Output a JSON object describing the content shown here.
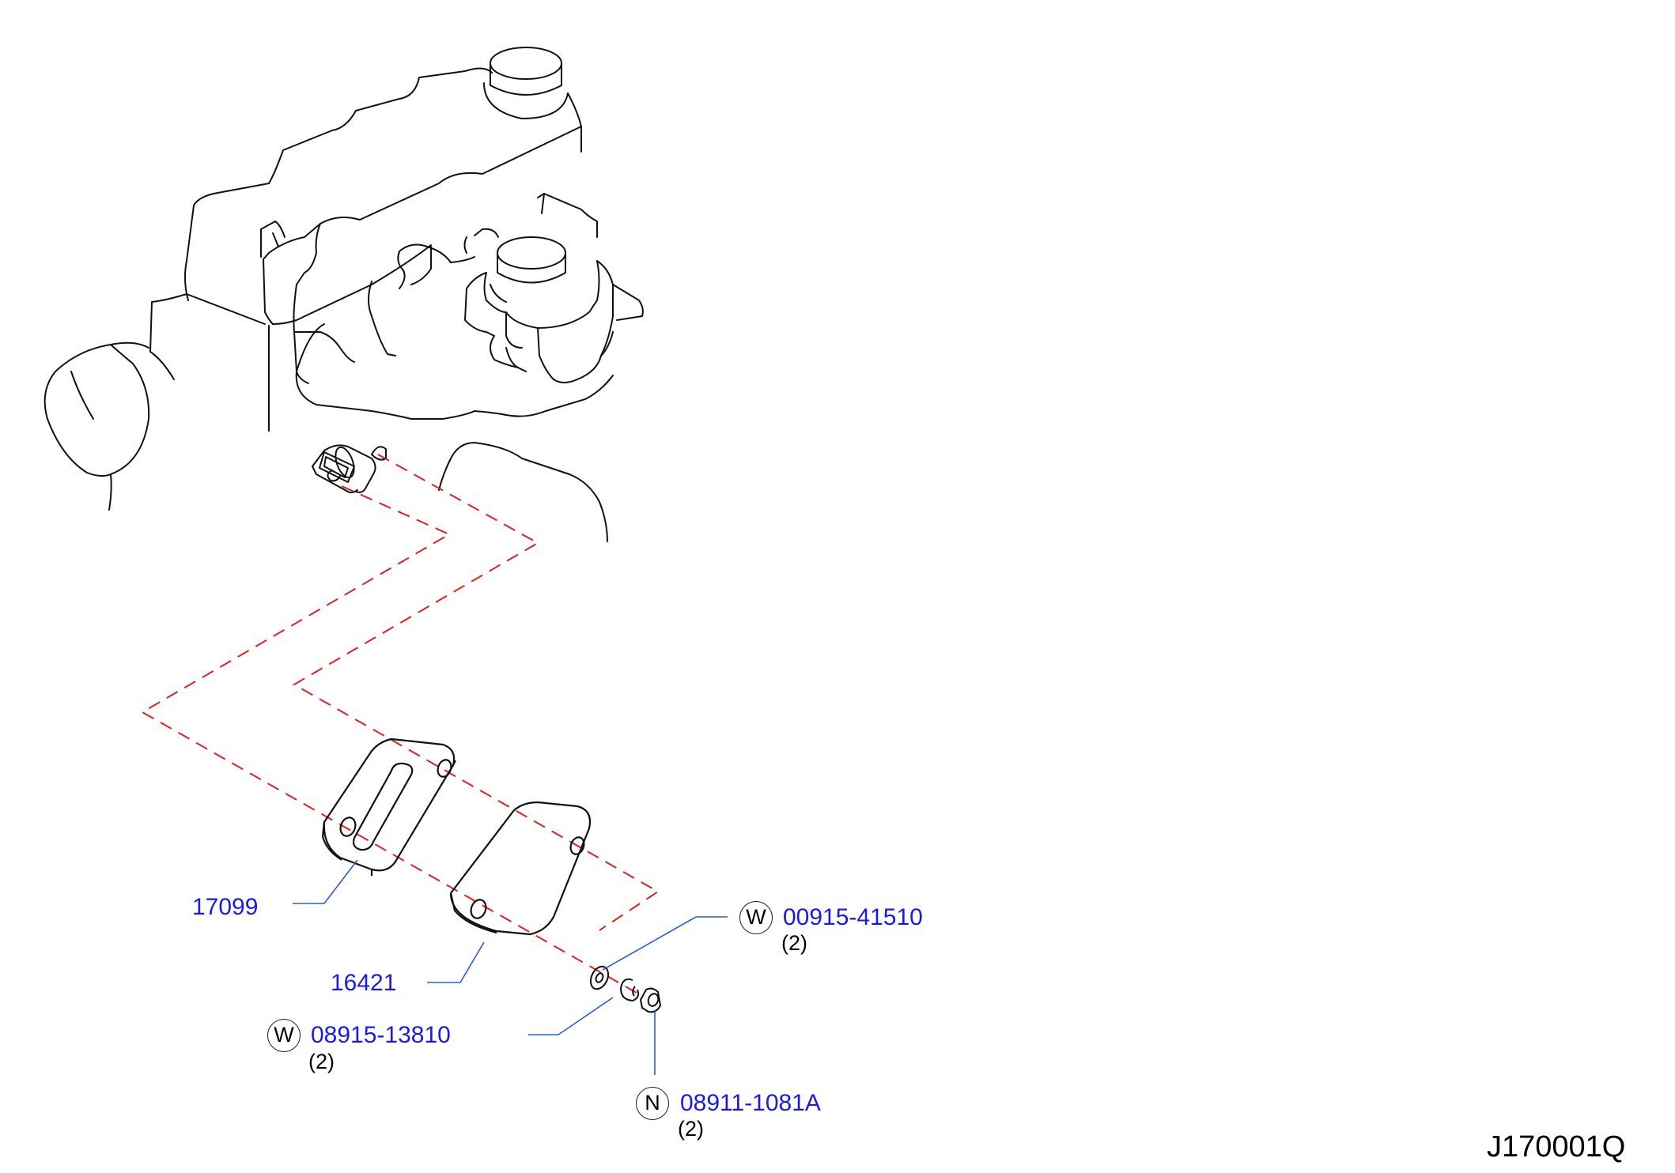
{
  "diagram_id": "J170001Q",
  "callouts": [
    {
      "part_number": "17099"
    },
    {
      "part_number": "16421"
    },
    {
      "badge": "W",
      "part_number": "00915-41510",
      "qty": "(2)"
    },
    {
      "badge": "W",
      "part_number": "08915-13810",
      "qty": "(2)"
    },
    {
      "badge": "N",
      "part_number": "08911-1081A",
      "qty": "(2)"
    }
  ],
  "colors": {
    "outline": "#111111",
    "leader": "#2a5bd7",
    "dashed": "#e02020",
    "part_number": "#1a1ae6"
  }
}
